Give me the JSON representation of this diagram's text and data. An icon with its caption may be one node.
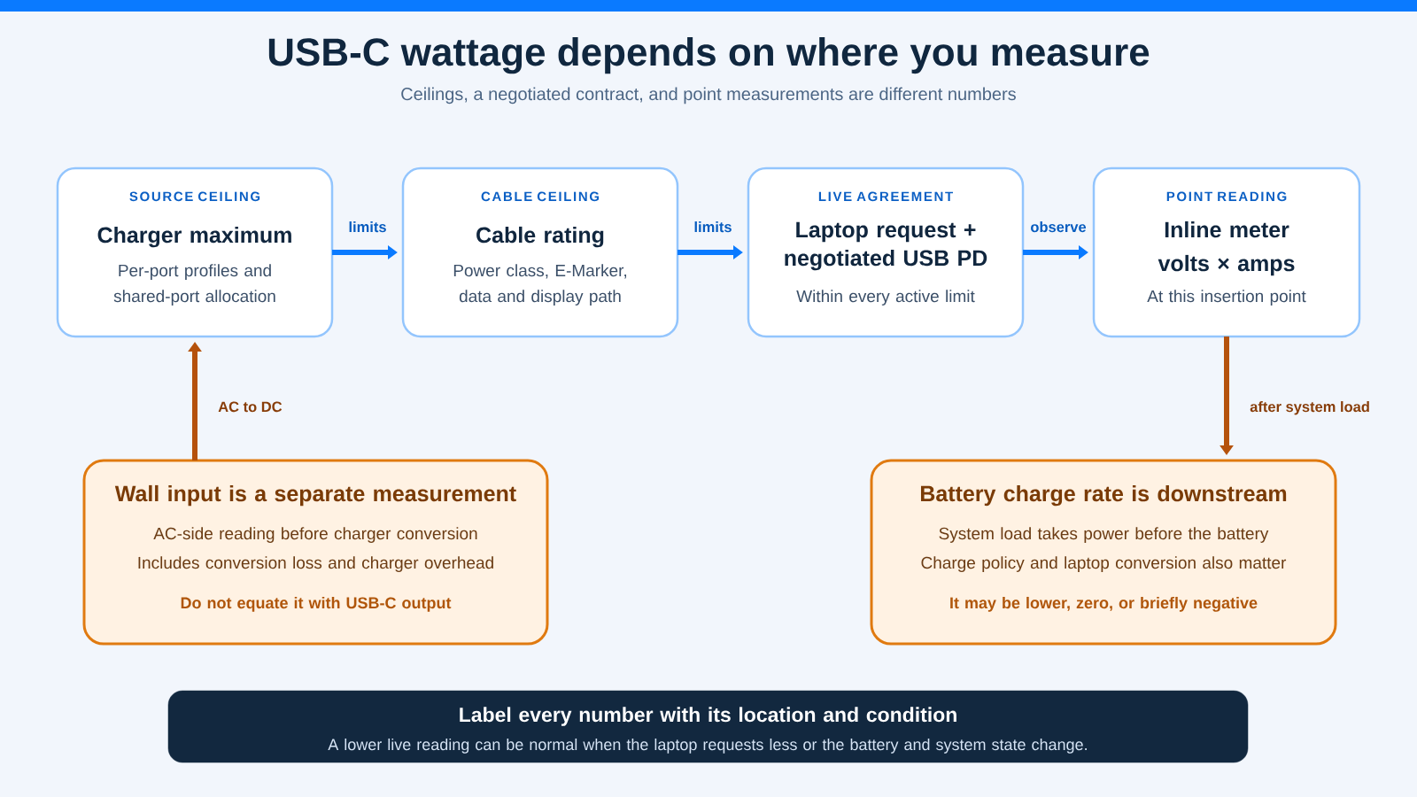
{
  "diagram": {
    "title": "USB-C wattage depends on where you measure",
    "nodes": [
      {
        "text": [
          "SOURCE CEILING",
          "Charger maximum",
          "Per-port profiles and shared-port allocation"
        ]
      },
      {
        "text": [
          "CABLE CEILING",
          "Cable rating",
          "Power class, E-Marker, data and display path"
        ]
      },
      {
        "text": [
          "LIVE AGREEMENT",
          "Laptop request + negotiated USB PD",
          "Within every active limit"
        ]
      },
      {
        "text": [
          "POINT READING",
          "Inline meter",
          "volts × amps",
          "At this insertion point"
        ]
      },
      {
        "text": [
          "Wall input is a separate measurement",
          "AC-side reading before charger conversion",
          "Includes conversion loss and charger overhead",
          "Do not equate it with USB-C output"
        ]
      },
      {
        "text": [
          "Battery charge rate is downstream",
          "System load takes power before the battery",
          "Charge policy and laptop conversion also matter",
          "It may be lower, zero, or briefly negative"
        ]
      },
      {
        "text": [
          "Label every number with its location and condition",
          "A lower live reading can be normal when the laptop requests less or the battery and system state change."
        ]
      }
    ],
    "edges": [
      {
        "from": 0,
        "to": 1,
        "arrow": "to",
        "label": "limits"
      },
      {
        "from": 1,
        "to": 2,
        "arrow": "to",
        "label": "limits"
      },
      {
        "from": 2,
        "to": 3,
        "arrow": "to",
        "label": "observe"
      },
      {
        "from": 4,
        "to": 0,
        "arrow": "to",
        "label": "AC to DC",
        "color": "#b5520c"
      },
      {
        "from": 3,
        "to": 5,
        "arrow": "to",
        "label": "after system load",
        "color": "#b5520c"
      }
    ],
    "labels": [
      "Ceilings, a negotiated contract, and point measurements are different numbers"
    ]
  }
}
